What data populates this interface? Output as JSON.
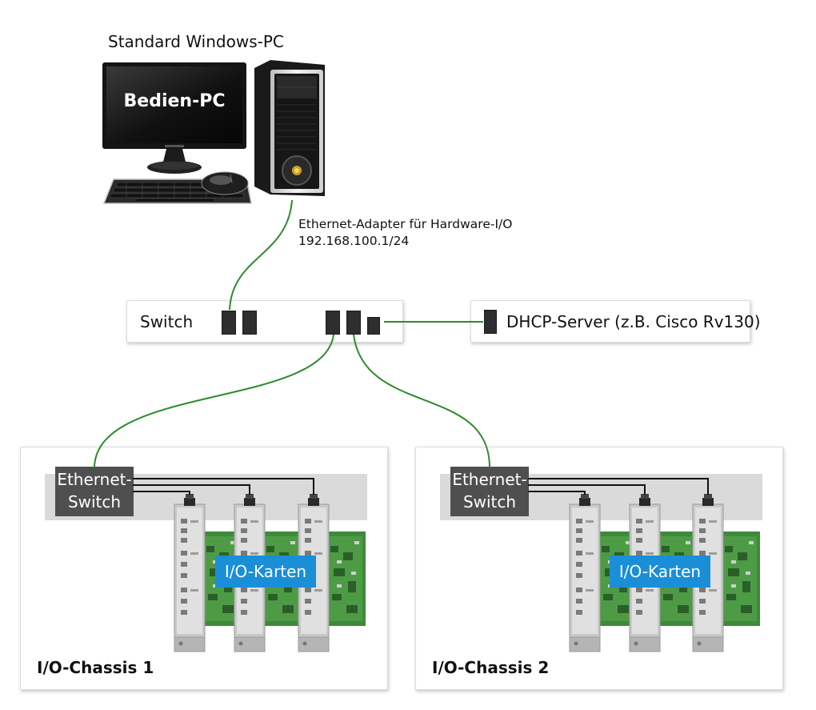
{
  "pc": {
    "caption": "Standard Windows-PC",
    "screen_label": "Bedien-PC",
    "adapter_line1": "Ethernet-Adapter für Hardware-I/O",
    "adapter_line2": "192.168.100.1/24"
  },
  "switch": {
    "label": "Switch"
  },
  "dhcp": {
    "label": "DHCP-Server (z.B. Cisco Rv130)"
  },
  "chassis": [
    {
      "title": "I/O-Chassis 1",
      "eth_line1": "Ethernet-",
      "eth_line2": "Switch",
      "cards_label": "I/O-Karten"
    },
    {
      "title": "I/O-Chassis 2",
      "eth_line1": "Ethernet-",
      "eth_line2": "Switch",
      "cards_label": "I/O-Karten"
    }
  ],
  "colors": {
    "cable": "#2e8b2e",
    "port": "#2e2e2e",
    "eth_switch": "#4f4f4f",
    "label_chip": "#1a8fd8"
  },
  "icons": {
    "monitor": "monitor-icon",
    "tower": "pc-tower-icon",
    "keyboard": "keyboard-icon",
    "mouse": "mouse-icon",
    "io_card": "io-card-icon"
  }
}
